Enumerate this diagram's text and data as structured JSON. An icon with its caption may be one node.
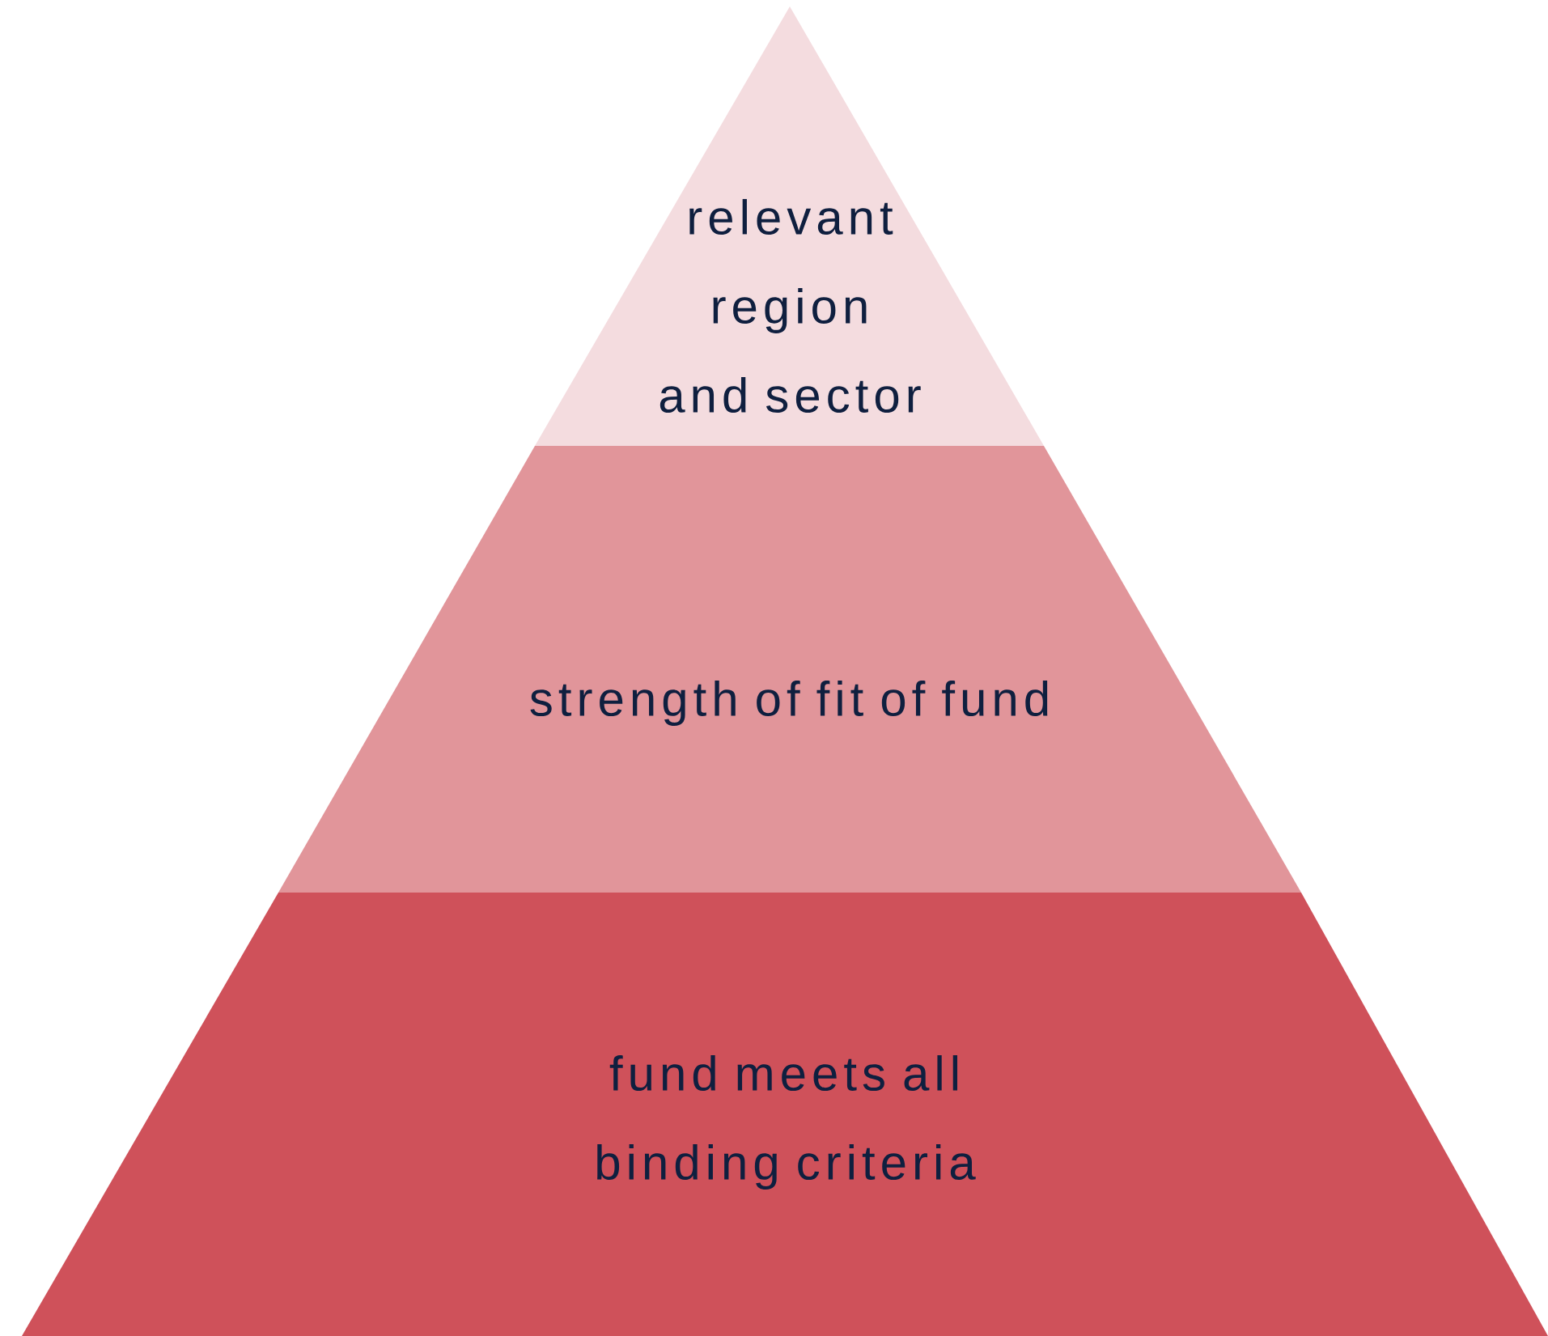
{
  "diagram": {
    "nodes": [
      {
        "text": [
          "relevant region and sector"
        ]
      },
      {
        "text": [
          "strength of fit of fund"
        ]
      },
      {
        "text": [
          "fund meets all binding criteria"
        ]
      }
    ]
  }
}
